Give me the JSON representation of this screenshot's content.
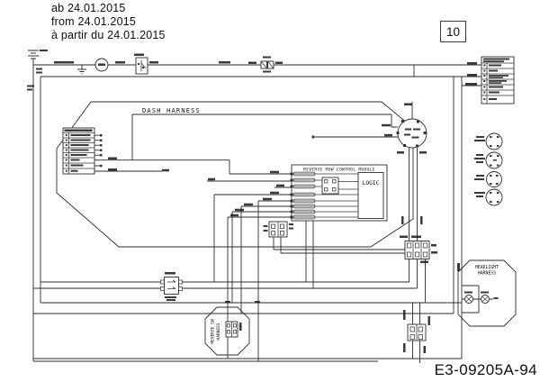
{
  "note": {
    "line1": "ab 24.01.2015",
    "line2": "from 24.01.2015",
    "line3": "à partir du 24.01.2015"
  },
  "page_badge": {
    "value": "10"
  },
  "diagram": {
    "dash_harness_label": "DASH HARNESS",
    "module_title": "REVERSE MOW CONTROL MODULE",
    "logic_label": "LOGIC",
    "reverse_sw_harness_line1": "REVERSE SW",
    "reverse_sw_harness_line2": "HARNESS",
    "headlight_harness_line1": "HEADLIGHT",
    "headlight_harness_line2": "HARNESS"
  },
  "footer": {
    "drawing_number": "E3-09205A-94"
  },
  "colors": {
    "background": "#ffffff",
    "line": "#2c2c2c",
    "text": "#111111"
  }
}
